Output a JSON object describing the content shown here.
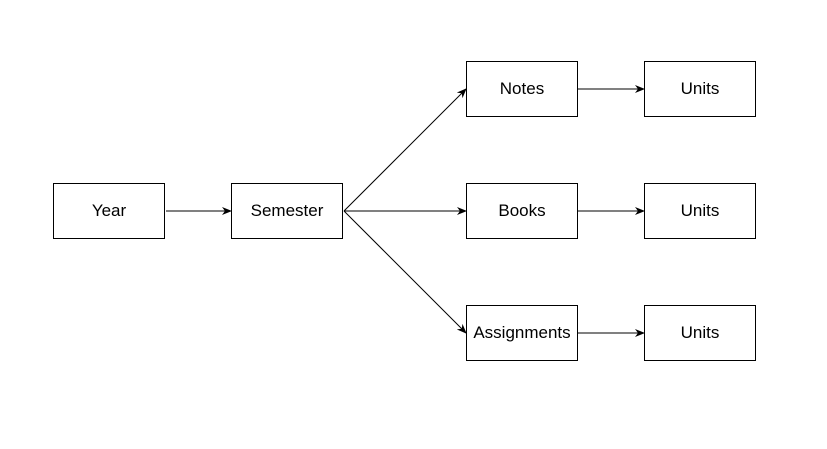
{
  "nodes": {
    "year": "Year",
    "semester": "Semester",
    "notes": "Notes",
    "books": "Books",
    "assignments": "Assignments",
    "units_notes": "Units",
    "units_books": "Units",
    "units_assignments": "Units"
  },
  "edges": [
    [
      "year",
      "semester"
    ],
    [
      "semester",
      "notes"
    ],
    [
      "semester",
      "books"
    ],
    [
      "semester",
      "assignments"
    ],
    [
      "notes",
      "units_notes"
    ],
    [
      "books",
      "units_books"
    ],
    [
      "assignments",
      "units_assignments"
    ]
  ],
  "colors": {
    "stroke": "#000000",
    "fill": "#ffffff"
  }
}
